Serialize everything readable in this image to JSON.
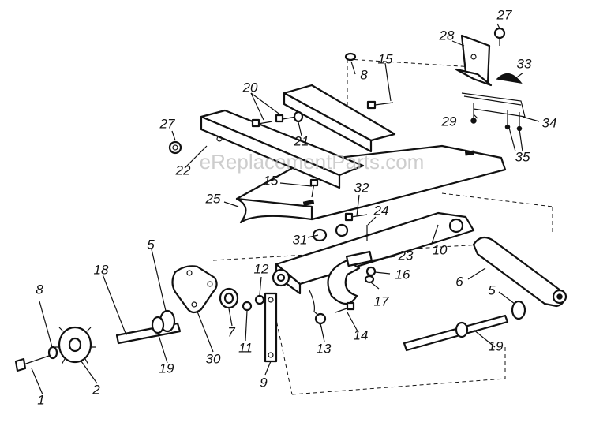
{
  "watermark": "eReplacementParts.com",
  "callouts": [
    {
      "id": "c1",
      "text": "1"
    },
    {
      "id": "c2",
      "text": "2"
    },
    {
      "id": "c5a",
      "text": "5"
    },
    {
      "id": "c5b",
      "text": "5"
    },
    {
      "id": "c6",
      "text": "6"
    },
    {
      "id": "c7",
      "text": "7"
    },
    {
      "id": "c8a",
      "text": "8"
    },
    {
      "id": "c8b",
      "text": "8"
    },
    {
      "id": "c9",
      "text": "9"
    },
    {
      "id": "c10",
      "text": "10"
    },
    {
      "id": "c11",
      "text": "11"
    },
    {
      "id": "c12",
      "text": "12"
    },
    {
      "id": "c13",
      "text": "13"
    },
    {
      "id": "c14",
      "text": "14"
    },
    {
      "id": "c15a",
      "text": "15"
    },
    {
      "id": "c15b",
      "text": "15"
    },
    {
      "id": "c16",
      "text": "16"
    },
    {
      "id": "c17",
      "text": "17"
    },
    {
      "id": "c18",
      "text": "18"
    },
    {
      "id": "c19a",
      "text": "19"
    },
    {
      "id": "c19b",
      "text": "19"
    },
    {
      "id": "c20",
      "text": "20"
    },
    {
      "id": "c21",
      "text": "21"
    },
    {
      "id": "c22",
      "text": "22"
    },
    {
      "id": "c23",
      "text": "23"
    },
    {
      "id": "c24",
      "text": "24"
    },
    {
      "id": "c25",
      "text": "25"
    },
    {
      "id": "c27a",
      "text": "27"
    },
    {
      "id": "c27b",
      "text": "27"
    },
    {
      "id": "c28",
      "text": "28"
    },
    {
      "id": "c29",
      "text": "29"
    },
    {
      "id": "c30",
      "text": "30"
    },
    {
      "id": "c31",
      "text": "31"
    },
    {
      "id": "c32",
      "text": "32"
    },
    {
      "id": "c33",
      "text": "33"
    },
    {
      "id": "c34",
      "text": "34"
    },
    {
      "id": "c35",
      "text": "35"
    }
  ]
}
